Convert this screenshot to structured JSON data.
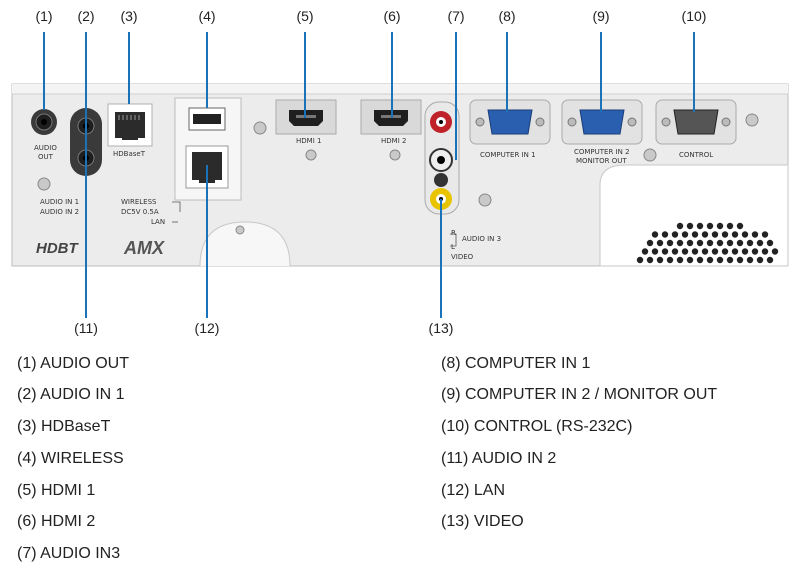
{
  "callouts_top": [
    "(1)",
    "(2)",
    "(3)",
    "(4)",
    "(5)",
    "(6)",
    "(7)",
    "(8)",
    "(9)",
    "(10)"
  ],
  "callouts_bottom": [
    "(11)",
    "(12)",
    "(13)"
  ],
  "panel_labels": {
    "audio_out": [
      "AUDIO",
      "OUT"
    ],
    "hdbaset": "HDBaseT",
    "hdmi1": "HDMI 1",
    "hdmi2": "HDMI 2",
    "computer_in1": "COMPUTER IN 1",
    "computer_in2": [
      "COMPUTER IN 2",
      "MONITOR OUT"
    ],
    "control": "CONTROL",
    "audio_in1": "AUDIO IN 1",
    "audio_in2": "AUDIO IN 2",
    "wireless": [
      "WIRELESS",
      "DC5V 0.5A"
    ],
    "lan": "LAN",
    "audio_in3": "AUDIO IN 3",
    "audio_in3_r": "R",
    "audio_in3_l": "L",
    "video": "VIDEO",
    "logo_hdbt": "HDBT",
    "logo_amx": "AMX"
  },
  "legend_left": [
    "(1) AUDIO OUT",
    "(2) AUDIO IN 1",
    "(3) HDBaseT",
    "(4) WIRELESS",
    "(5) HDMI 1",
    "(6) HDMI 2",
    "(7) AUDIO IN3"
  ],
  "legend_right": [
    "(8) COMPUTER IN 1",
    "(9) COMPUTER IN 2 / MONITOR OUT",
    "(10) CONTROL (RS-232C)",
    "(11) AUDIO IN 2",
    "(12) LAN",
    "(13) VIDEO"
  ],
  "colors": {
    "leader_line": "#1a73b8",
    "panel": "#ececec",
    "port_blue": "#2a5fb0",
    "rca_red": "#c0222a",
    "rca_yellow": "#e8c400"
  }
}
